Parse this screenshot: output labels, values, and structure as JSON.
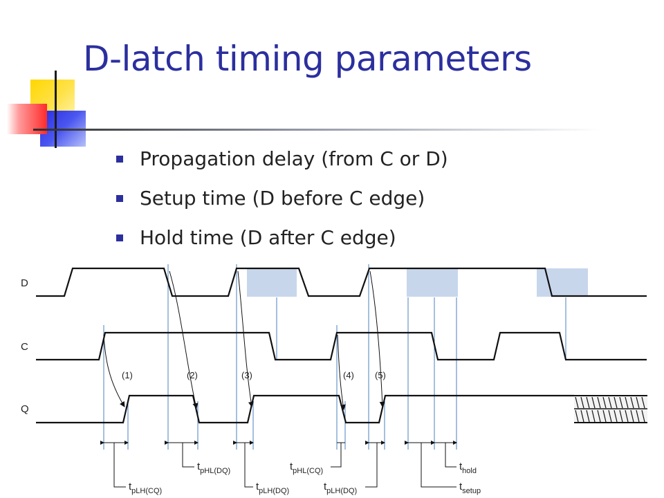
{
  "slide": {
    "title": "D-latch timing parameters",
    "bullets": [
      "Propagation delay (from C or D)",
      "Setup time (D before C edge)",
      "Hold time (D after C edge)"
    ]
  },
  "diagram": {
    "signals": [
      "D",
      "C",
      "Q"
    ],
    "events": [
      "(1)",
      "(2)",
      "(3)",
      "(4)",
      "(5)"
    ],
    "timing_labels": [
      {
        "main": "t",
        "sub": "pLH(CQ)"
      },
      {
        "main": "t",
        "sub": "pHL(DQ)"
      },
      {
        "main": "t",
        "sub": "pLH(DQ)"
      },
      {
        "main": "t",
        "sub": "pHL(CQ)"
      },
      {
        "main": "t",
        "sub": "pLH(DQ)"
      },
      {
        "main": "t",
        "sub": "hold"
      },
      {
        "main": "t",
        "sub": "setup"
      }
    ],
    "colors": {
      "title": "#2b2f9e",
      "bullet": "#2b2f9e",
      "waveform": "#111111",
      "guide": "#4a7fc0",
      "window_fill": "#c8d6ec"
    }
  }
}
